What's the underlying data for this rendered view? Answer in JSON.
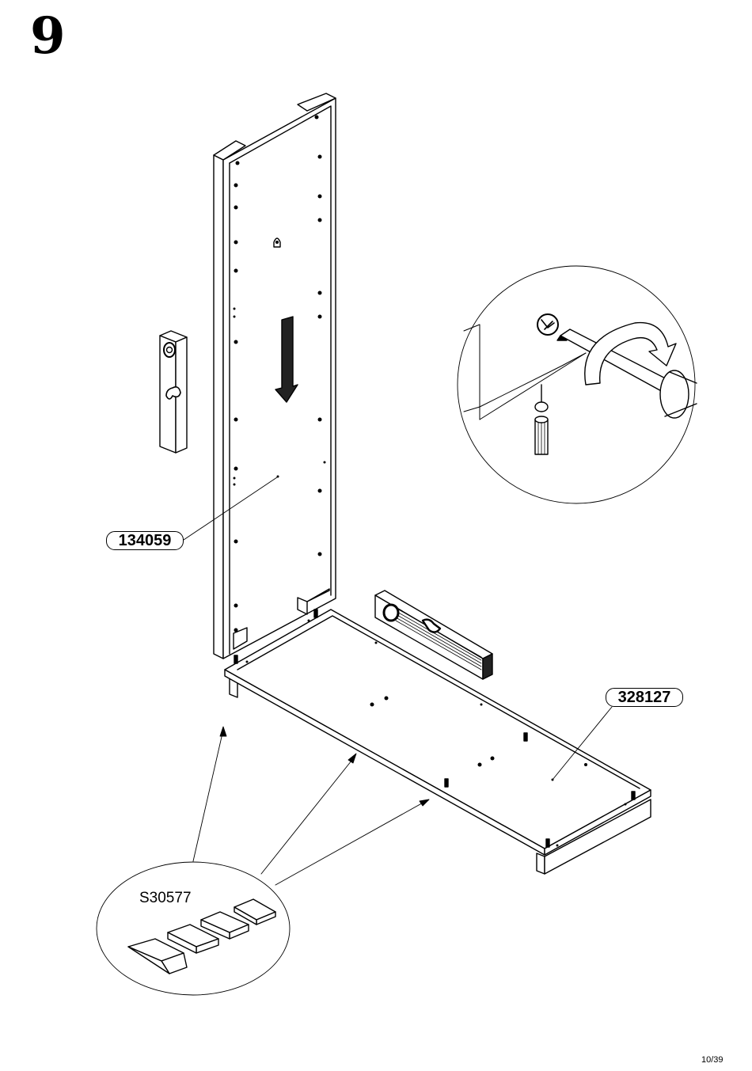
{
  "step": {
    "number": "9"
  },
  "parts": {
    "side_panel_code": "134059",
    "base_panel_code": "328127",
    "fitting_code": "S30577"
  },
  "page": {
    "number": "10/39"
  },
  "icons": [
    "spirit-level-icon",
    "screwdriver-icon",
    "rotation-arrow-icon",
    "down-arrow-icon",
    "cam-lock-icon",
    "levelling-wedge-icon"
  ]
}
